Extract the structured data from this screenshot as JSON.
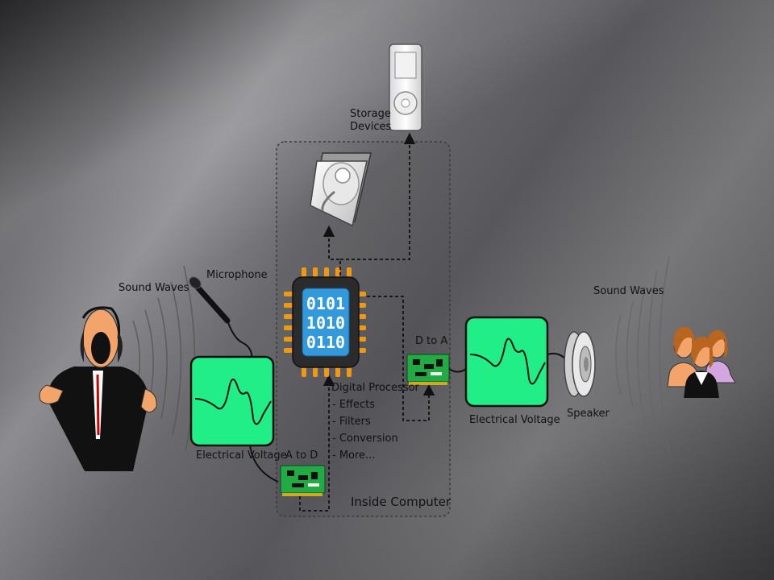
{
  "labels": {
    "storage": [
      "Storage",
      "Devices"
    ],
    "microphone": "Microphone",
    "sound_waves_left": "Sound Waves",
    "sound_waves_right": "Sound Waves",
    "electrical_voltage_left": "Electrical Voltage",
    "electrical_voltage_right": "Electrical Voltage",
    "a_to_d": "A to D",
    "d_to_a": "D to A",
    "speaker": "Speaker",
    "inside_computer": "Inside Computer",
    "digital_processor": "Digital Processor",
    "processor_tasks": [
      "- Effects",
      "- Filters",
      "- Conversion",
      "- More..."
    ]
  },
  "chip_bits": [
    "0101",
    "1010",
    "0110"
  ],
  "colors": {
    "scope_green": "#22ee88",
    "chip_blue": "#3399dd",
    "chip_pins": "#ee9911",
    "circuit_board": "#22aa44",
    "skin": "#f3a46a"
  }
}
